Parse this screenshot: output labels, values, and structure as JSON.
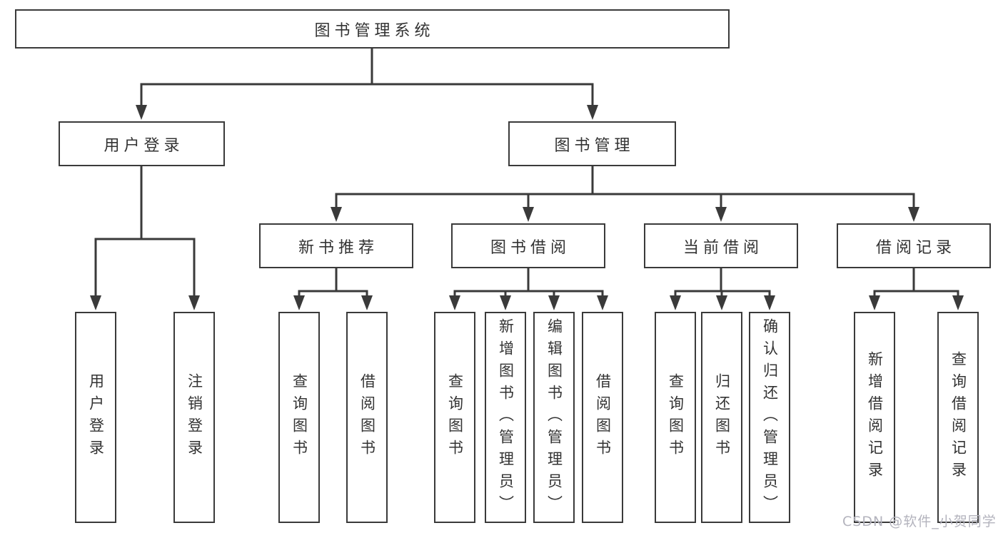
{
  "tree": {
    "root": {
      "label": "图书管理系统"
    },
    "branches": [
      {
        "label": "用户登录",
        "children": [
          {
            "label": "用户登录"
          },
          {
            "label": "注销登录"
          }
        ]
      },
      {
        "label": "图书管理",
        "children": [
          {
            "label": "新书推荐",
            "children": [
              {
                "label": "查询图书"
              },
              {
                "label": "借阅图书"
              }
            ]
          },
          {
            "label": "图书借阅",
            "children": [
              {
                "label": "查询图书"
              },
              {
                "label": "新增图书（管理员）"
              },
              {
                "label": "编辑图书（管理员）"
              },
              {
                "label": "借阅图书"
              }
            ]
          },
          {
            "label": "当前借阅",
            "children": [
              {
                "label": "查询图书"
              },
              {
                "label": "归还图书"
              },
              {
                "label": "确认归还（管理员）"
              }
            ]
          },
          {
            "label": "借阅记录",
            "children": [
              {
                "label": "新增借阅记录"
              },
              {
                "label": "查询借阅记录"
              }
            ]
          }
        ]
      }
    ]
  },
  "watermark": {
    "text": "CSDN @软件_小贺同学"
  },
  "colors": {
    "line": "#3a3a3a",
    "box_border": "#3a3a3a",
    "text": "#333333",
    "background": "#ffffff",
    "watermark": "#b3b3bd"
  }
}
